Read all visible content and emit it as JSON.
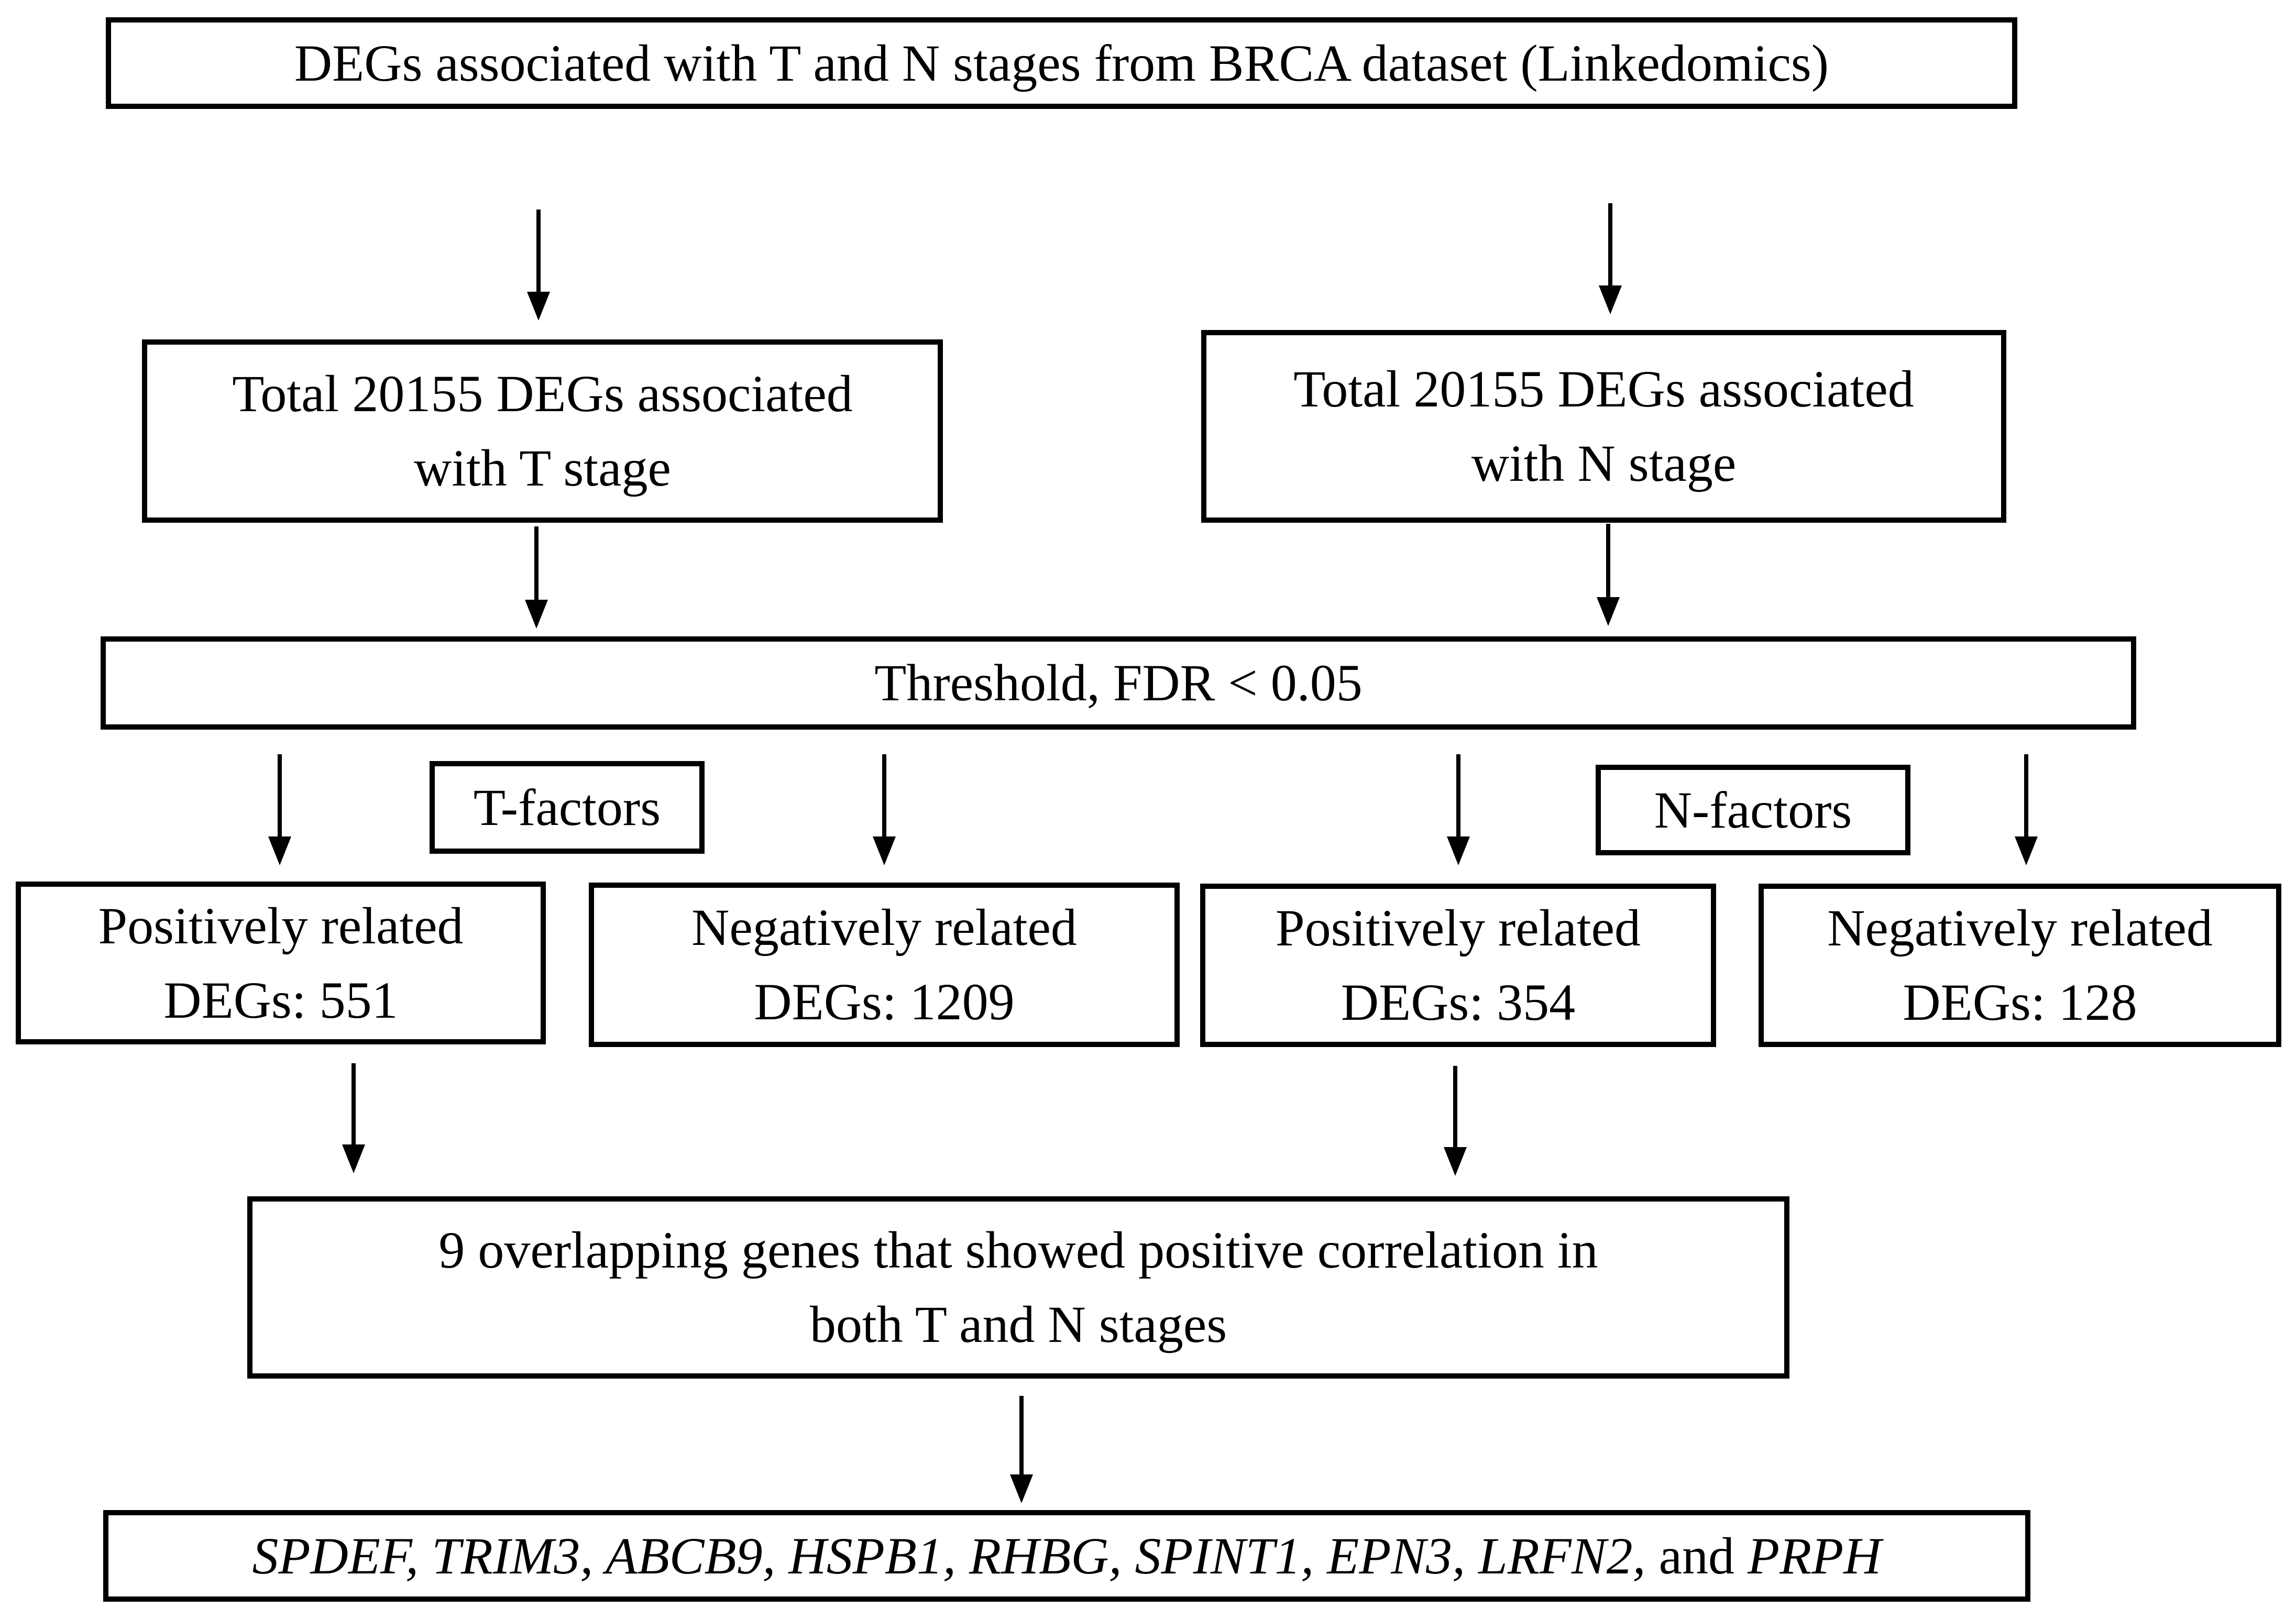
{
  "diagram": {
    "source_box": {
      "text": "DEGs associated with T and N stages from BRCA dataset (Linkedomics)"
    },
    "t_total_box": {
      "line1": "Total 20155 DEGs associated",
      "line2": "with T stage"
    },
    "n_total_box": {
      "line1": "Total 20155 DEGs associated",
      "line2": "with N stage"
    },
    "threshold_box": {
      "text": "Threshold, FDR < 0.05"
    },
    "t_factors_label": "T-factors",
    "n_factors_label": "N-factors",
    "t_positive_box": {
      "line1": "Positively related",
      "line2": "DEGs: 551"
    },
    "t_negative_box": {
      "line1": "Negatively related",
      "line2": "DEGs: 1209"
    },
    "n_positive_box": {
      "line1": "Positively related",
      "line2": "DEGs: 354"
    },
    "n_negative_box": {
      "line1": "Negatively related",
      "line2": "DEGs: 128"
    },
    "overlap_box": {
      "line1": "9 overlapping genes that showed positive correlation in",
      "line2": "both T and N stages"
    },
    "genes_box": {
      "italic_segment": "SPDEF, TRIM3, ABCB9, HSPB1, RHBG, SPINT1, EPN3, LRFN2,",
      "conjunction": " and ",
      "last_gene": "PRPH",
      "gene_list": [
        "SPDEF",
        "TRIM3",
        "ABCB9",
        "HSPB1",
        "RHBG",
        "SPINT1",
        "EPN3",
        "LRFN2",
        "PRPH"
      ]
    },
    "counts": {
      "total_t_degs": 20155,
      "total_n_degs": 20155,
      "t_positive": 551,
      "t_negative": 1209,
      "n_positive": 354,
      "n_negative": 128,
      "overlapping_genes": 9
    },
    "threshold_value": "FDR < 0.05",
    "colors": {
      "line": "#000000",
      "background": "#ffffff",
      "text": "#000000"
    }
  }
}
